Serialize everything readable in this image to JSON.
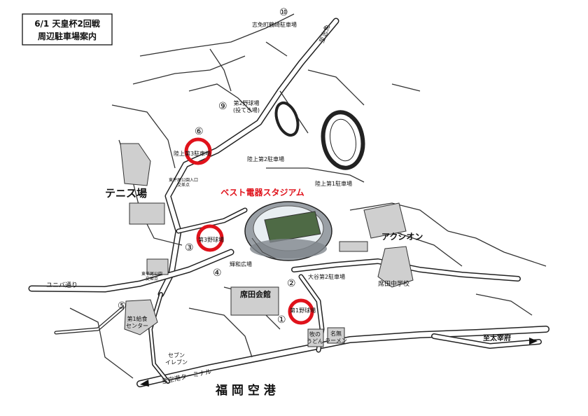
{
  "title": {
    "line1": "6/1 天皇杯2回戦",
    "line2": "周辺駐車場案内"
  },
  "stadium_label": "ベスト電器スタジアム",
  "landmarks": {
    "tennis": "テニス場",
    "mushiroda_hall": "席田会館",
    "aquashion": "アクシオン",
    "mushiroda_jhs": "席田中学校",
    "airport": "福 岡 空 港",
    "to_terminal": "至空港ターミナル",
    "to_dazaifu": "至太宰府",
    "to_sasaguri": "至志免",
    "yunibadori": "ユニバ通り",
    "school_lunch": "第1給食\nセンター",
    "seven_eleven": "セブン\nイレブン",
    "udon": "牧の\nうどん",
    "ramen": "名無\nラーメン",
    "kagayaki": "輝和広場",
    "intersection1": "東平尾公園\n交差点",
    "intersection2": "東平尾公園\n入口交差点",
    "pitching_place": "第2野球場\n(投てき場)"
  },
  "parking": [
    {
      "num": "①",
      "name": "第1野球場",
      "highlight": true
    },
    {
      "num": "②",
      "name": "大谷第2駐車場",
      "highlight": false
    },
    {
      "num": "③",
      "name": "第3野球場",
      "highlight": true
    },
    {
      "num": "④",
      "name": "輝和広場",
      "highlight": false
    },
    {
      "num": "⑤",
      "name": "第1給食センター",
      "highlight": false
    },
    {
      "num": "⑥",
      "name": "陸上第3駐車場",
      "highlight": true
    },
    {
      "num": "⑨",
      "name": "第2野球場(投てき場)",
      "highlight": false
    },
    {
      "num": "⑩",
      "name": "志免町鶴崎駐車場",
      "highlight": false
    }
  ],
  "parking_labels": {
    "riku1": "陸上第1駐車場",
    "riku2": "陸上第2駐車場",
    "riku3": "陸上第3駐車場",
    "shime": "志免町鶴崎駐車場",
    "otani2": "大谷第2駐車場",
    "yakyu1": "第1野球場",
    "yakyu3": "第3野球場"
  },
  "colors": {
    "highlight": "#e0121b",
    "stadium_text": "#e0121b",
    "road": "#222222",
    "building": "#cfcfcf"
  }
}
